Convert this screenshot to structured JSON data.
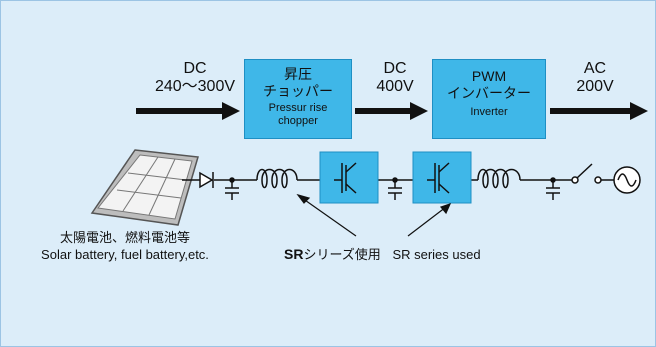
{
  "stages": {
    "dc_input": {
      "line1": "DC",
      "line2": "240～300V"
    },
    "dc_mid": {
      "line1": "DC",
      "line2": "400V"
    },
    "ac_output": {
      "line1": "AC",
      "line2": "200V"
    }
  },
  "blocks": {
    "chopper": {
      "jp1": "昇圧",
      "jp2": "チョッパー",
      "en1": "Pressur rise",
      "en2": "chopper"
    },
    "inverter": {
      "jp1": "PWM",
      "jp2": "インバーター",
      "en1": "Inverter"
    }
  },
  "labels": {
    "source_jp": "太陽電池、燃料電池等",
    "source_en": "Solar battery, fuel battery,etc.",
    "sr_bold": "SR",
    "sr_jp": "シリーズ使用",
    "sr_en": "SR series used"
  },
  "colors": {
    "background": "#dcedf9",
    "block_fill": "#3fb7e8",
    "line": "#111111"
  }
}
